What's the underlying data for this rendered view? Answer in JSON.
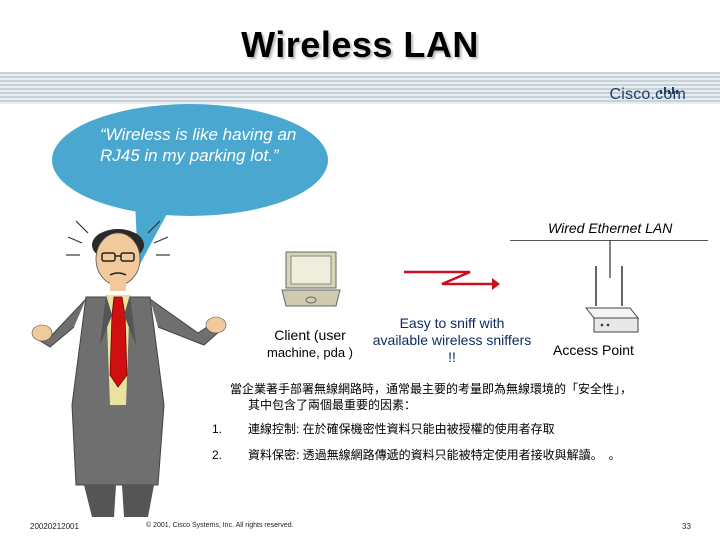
{
  "slide": {
    "title": "Wireless LAN",
    "brand": "Cisco.com",
    "quote": "“Wireless is like having an RJ45 in my parking lot.”",
    "wired_lan_label": "Wired Ethernet LAN",
    "client_label_line1": "Client (user",
    "client_label_line2": "machine, pda )",
    "sniff_label": "Easy to sniff with available wireless sniffers !!",
    "access_point_label": "Access Point",
    "intro_line1": "當企業著手部署無線網路時，通常最主要的考量即為無線環境的「安全性」，",
    "intro_line2": "其中包含了兩個最重要的因素：",
    "items": [
      {
        "num": "1.",
        "text": "連線控制: 在於確保機密性資料只能由被授權的使用者存取"
      },
      {
        "num": "2.",
        "text": "資料保密: 透過無線網路傳遞的資料只能被特定使用者接收與解讀。　。"
      }
    ],
    "footer_date": "20020212001",
    "footer_copyright": "© 2001, Cisco Systems, Inc. All rights reserved.",
    "page_number": "33"
  },
  "colors": {
    "bubble": "#4aa8d0",
    "tie": "#d01010",
    "shirt": "#e9e2a0",
    "jacket": "#6f6f6f",
    "brand": "#233f6d",
    "signal": "#c8101e"
  }
}
